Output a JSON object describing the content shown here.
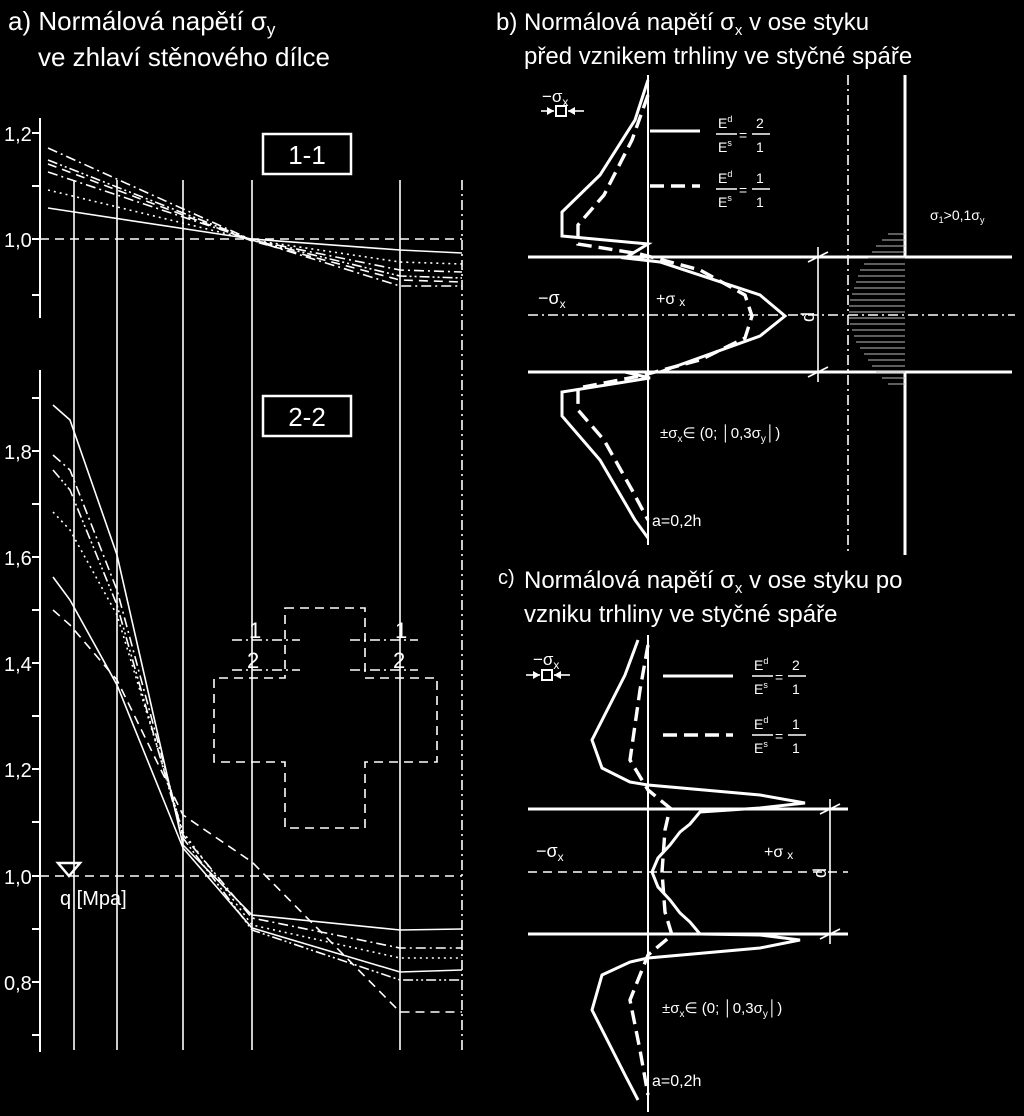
{
  "panel_a": {
    "title_line1": "a) Normálová napětí σ",
    "title_sub": "y",
    "title_line2": "ve zhlaví stěnového dílce",
    "section_1_label": "1-1",
    "section_2_label": "2-2",
    "ticks_top": [
      "1,2",
      "1,0"
    ],
    "ticks_bottom": [
      "1,8",
      "1,6",
      "1,4",
      "1,2",
      "1,0",
      "0,8"
    ],
    "load_label": "q [Mpa]",
    "cross_labels": [
      "1",
      "2",
      "1",
      "2"
    ]
  },
  "panel_b": {
    "title_line1": "b) Normálová napětí σ",
    "title_sub": "x",
    "title_line1_rest": " v ose styku",
    "title_line2": "před vznikem trhliny ve styčné spáře",
    "legend_symbol": "−σ",
    "legend_symbol_sub": "x",
    "ratio1_num": "E",
    "ratio1_sup": "d",
    "ratio1_den": "E",
    "ratio1_den_sup": "s",
    "ratio1_value_num": "2",
    "ratio1_value_den": "1",
    "ratio2_value_num": "1",
    "ratio2_value_den": "1",
    "minus_sigma": "−σ",
    "minus_sigma_sub": "x",
    "plus_sigma": "+σ",
    "plus_sigma_sub": "x",
    "d_label": "d",
    "range_label": "±σ",
    "range_sub": "x",
    "range_rest": "∈ (0; │0,3σ",
    "range_sub2": "y",
    "range_end": "│)",
    "a_label": "a=0,2h",
    "sigma1_label": "σ",
    "sigma1_sub": "1",
    "sigma1_rest": ">0,1σ",
    "sigma1_sub2": "y"
  },
  "panel_c": {
    "title_prefix": "c)",
    "title_line1": "Normálová napětí σ",
    "title_sub": "x",
    "title_line1_rest": " v ose styku po",
    "title_line2": "vzniku trhliny ve styčné spáře",
    "legend_symbol": "−σ",
    "legend_symbol_sub": "x",
    "minus_sigma": "−σ",
    "minus_sigma_sub": "x",
    "plus_sigma": "+σ",
    "plus_sigma_sub": "x",
    "d_label": "d",
    "range_label": "±σ",
    "range_sub": "x",
    "range_rest": "∈ (0; │0,3σ",
    "range_sub2": "y",
    "range_end": "│)",
    "a_label": "a=0,2h"
  }
}
